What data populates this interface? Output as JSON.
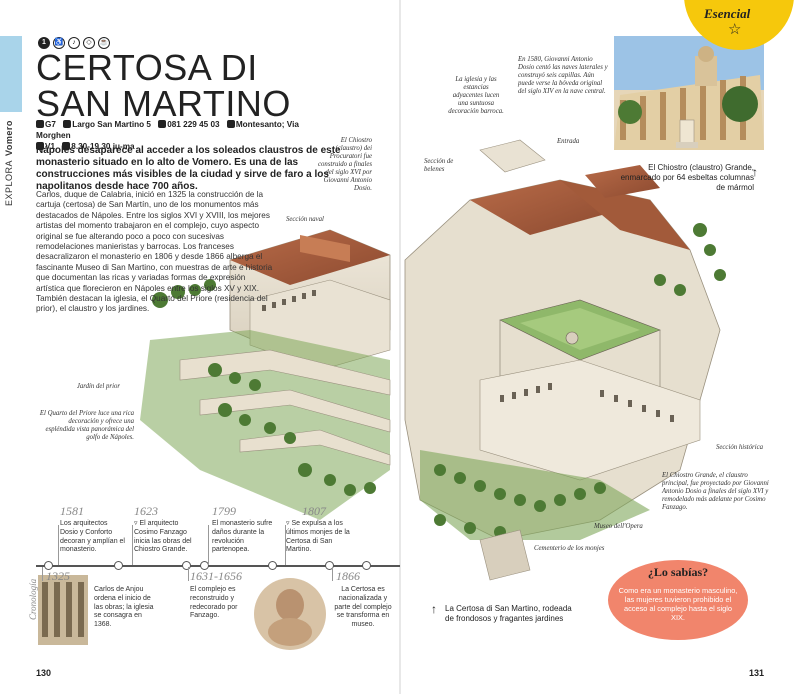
{
  "side": {
    "section": "EXPLORA",
    "area": "Vomero"
  },
  "header": {
    "item_number": "1",
    "title_line1": "CERTOSA DI",
    "title_line2": "SAN MARTINO"
  },
  "info": {
    "grid": "G7",
    "address": "Largo San Martino 5",
    "phone": "081 229 45 03",
    "metro": "Montesanto; Via Morghen",
    "bus": "V1",
    "hours": "8.30-19.30 ju-ma"
  },
  "intro": "Nápoles desaparece al acceder a los soleados claustros de este monasterio situado en lo alto de Vomero. Es una de las construcciones más visibles de la ciudad y sirve de faro a los napolitanos desde hace 700 años.",
  "body": "Carlos, duque de Calabria, inició en 1325 la construcción de la cartuja (certosa) de San Martín, uno de los monumentos más destacados de Nápoles. Entre los siglos XVI y XVIII, los mejores artistas del momento trabajaron en el complejo, cuyo aspecto original se fue alterando poco a poco con sucesivas remodelaciones manieristas y barrocas. Los franceses desacralizaron el monasterio en 1806 y desde 1866 alberga el fascinante Museo di San Martino, con muestras de arte e historia que documentan las ricas y variadas formas de expresión artística que florecieron en Nápoles entre los siglos XV y XIX. También destacan la iglesia, el Quarto del Priore (residencia del prior), el claustro y los jardines.",
  "callouts": {
    "procuratori": "El Chiostro (claustro) dei Procuratori fue construido a finales del siglo XVI por Giovanni Antonio Dosio.",
    "seccion_naval": "Sección naval",
    "iglesia": "La iglesia y las estancias adyacentes lucen una suntuosa decoración barroca.",
    "dosio_naves": "En 1580, Giovanni Antonio Dosio centó las naves laterales y construyó seis capillas. Aún puede verse la bóveda original del siglo XIV en la nave central.",
    "entrada": "Entrada",
    "belenes": "Sección de belenes",
    "jardin": "Jardín del prior",
    "quarto": "El Quarto del Priore luce una rica decoración y ofrece una espléndida vista panorámica del golfo de Nápoles.",
    "historica": "Sección histórica",
    "grande": "El Chiostro Grande, el claustro principal, fue proyectado por Giovanni Antonio Dosio a finales del siglo XVI y remodelado más adelante por Cosimo Fanzago.",
    "museo": "Museo dell'Opera",
    "cementerio": "Cementerio de los monjes"
  },
  "timeline": {
    "label": "Cronología",
    "events": [
      {
        "year": "1325",
        "text": "Carlos de Anjou ordena el inicio de las obras; la iglesia se consagra en 1368."
      },
      {
        "year": "1581",
        "text": "Los arquitectos Dosio y Conforto decoran y amplían el monasterio."
      },
      {
        "year": "1623",
        "text": "El arquitecto Cosimo Fanzago inicia las obras del Chiostro Grande."
      },
      {
        "year": "1631-1656",
        "text": "El complejo es reconstruido y redecorado por Fanzago."
      },
      {
        "year": "1799",
        "text": "El monasterio sufre daños durante la revolución partenopea."
      },
      {
        "year": "1807",
        "text": "Se expulsa a los últimos monjes de la Certosa di San Martino."
      },
      {
        "year": "1866",
        "text": "La Certosa es nacionalizada y parte del complejo se transforma en museo."
      }
    ]
  },
  "essential": {
    "label": "Esencial"
  },
  "photo_caption": "El Chiostro (claustro) Grande, enmarcado por 64 esbeltas columnas de mármol",
  "bottom_caption": "La Certosa di San Martino, rodeada de frondosos y fragantes jardines",
  "did_you_know": {
    "title": "¿Lo sabías?",
    "text": "Como era un monasterio masculino, las mujeres tuvieron prohibido el acceso al complejo hasta el siglo XIX."
  },
  "pages": {
    "left": "130",
    "right": "131"
  },
  "colors": {
    "accent_yellow": "#f6c80c",
    "tab_blue": "#a9d4ea",
    "sabias_coral": "#f1856c"
  }
}
